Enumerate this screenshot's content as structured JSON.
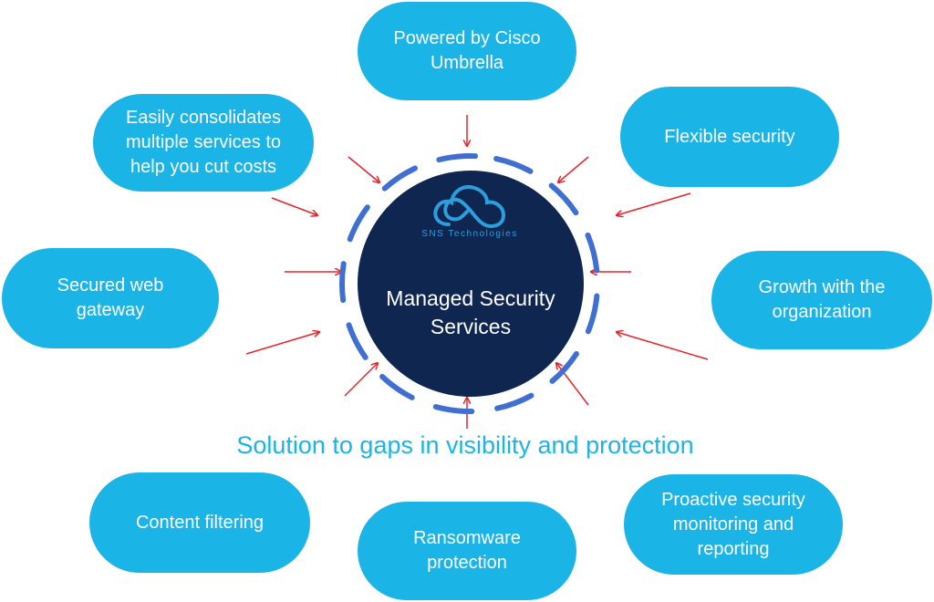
{
  "center": {
    "logo_text": "SNS Technologies",
    "title": "Managed Security\nServices"
  },
  "caption": "Solution to gaps in visibility and protection",
  "nodes": {
    "cisco": "Powered by Cisco\nUmbrella",
    "consolidates": "Easily consolidates\nmultiple services to\nhelp you cut costs",
    "flexible": "Flexible security",
    "secured_web": "Secured web\ngateway",
    "growth": "Growth with the\norganization",
    "content_filtering": "Content filtering",
    "ransomware": "Ransomware\nprotection",
    "proactive": "Proactive security\nmonitoring and\nreporting"
  },
  "colors": {
    "pill": "#1bb4e6",
    "center": "#0f2650",
    "ring": "#3f6fd1",
    "arrow": "#e3242b",
    "caption": "#1bb4e6"
  }
}
